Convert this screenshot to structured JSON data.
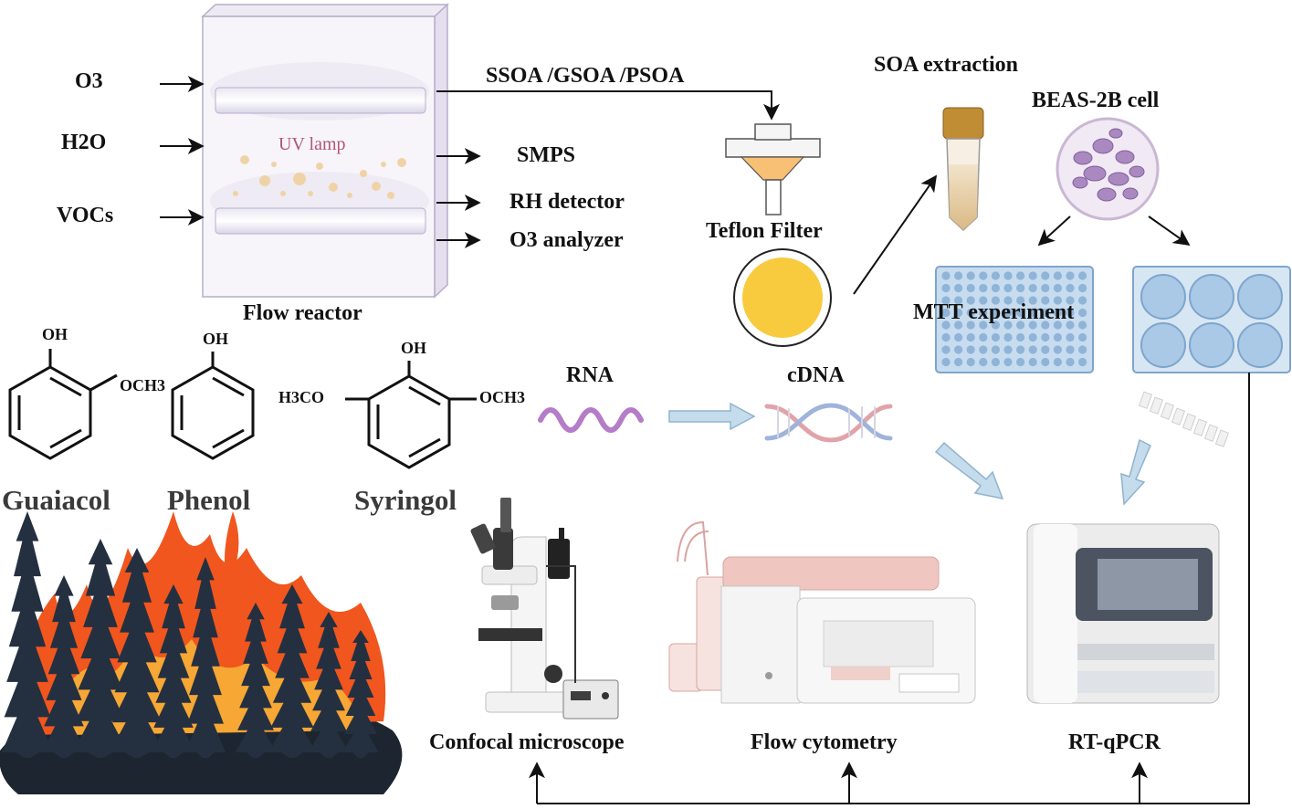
{
  "inputs": {
    "o3": "O3",
    "h2o": "H2O",
    "vocs": "VOCs"
  },
  "reactor": {
    "uv_lamp": "UV lamp",
    "label": "Flow reactor"
  },
  "outputs": {
    "ssoa": "SSOA /GSOA /PSOA",
    "smps": "SMPS",
    "rh": "RH detector",
    "o3_analyzer": "O3 analyzer"
  },
  "filter": {
    "label": "Teflon Filter"
  },
  "extraction": {
    "label": "SOA extraction"
  },
  "cells": {
    "label": "BEAS-2B cell"
  },
  "mtt": {
    "label": "MTT experiment"
  },
  "molecules": {
    "guaiacol": {
      "name": "Guaiacol",
      "oh": "OH",
      "och3": "OCH3"
    },
    "phenol": {
      "name": "Phenol",
      "oh": "OH"
    },
    "syringol": {
      "name": "Syringol",
      "oh": "OH",
      "h3co": "H3CO",
      "och3": "OCH3"
    }
  },
  "rna": "RNA",
  "cdna": "cDNA",
  "instruments": {
    "confocal": "Confocal microscope",
    "flow": "Flow cytometry",
    "pcr": "RT-qPCR"
  },
  "colors": {
    "fire_orange": "#f0561e",
    "fire_yellow": "#f7a734",
    "tree_dark": "#243040",
    "plate_blue": "#c7dcef",
    "arrow_light": "#c5dcec",
    "filter_yellow": "#f8cb3e"
  }
}
